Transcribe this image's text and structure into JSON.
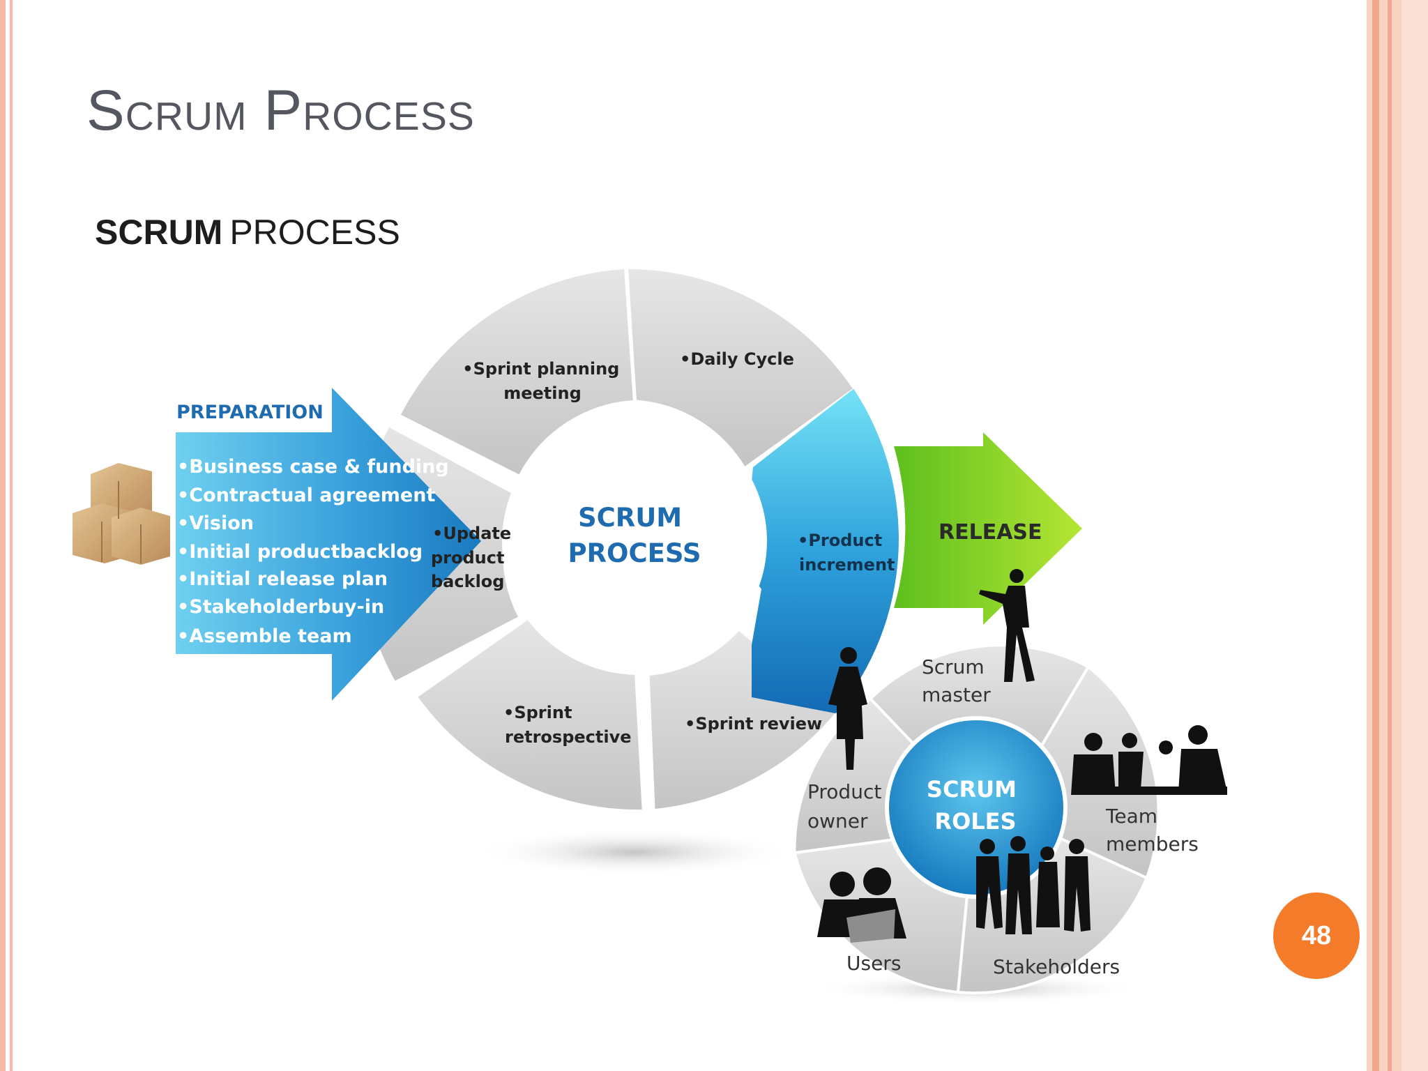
{
  "slide": {
    "title": "Scrum Process",
    "page_number": "48"
  },
  "diagram": {
    "heading_bold": "SCRUM",
    "heading_rest": "PROCESS",
    "center_line1": "SCRUM",
    "center_line2": "PROCESS",
    "preparation": {
      "title": "PREPARATION",
      "items": [
        "•Business case & funding",
        "•Contractual agreement",
        "•Vision",
        "•Initial productbacklog",
        "•Initial release plan",
        "•Stakeholderbuy-in",
        "•Assemble team"
      ]
    },
    "cycle": {
      "sprint_planning": [
        "•Sprint planning",
        "meeting"
      ],
      "daily_cycle": "•Daily Cycle",
      "product_increment": [
        "•Product",
        "increment"
      ],
      "sprint_review": "•Sprint review",
      "sprint_retrospective": [
        "•Sprint",
        "retrospective"
      ],
      "update_backlog": [
        "•Update",
        "product",
        "backlog"
      ]
    },
    "release": "RELEASE",
    "roles": {
      "center_line1": "SCRUM",
      "center_line2": "ROLES",
      "scrum_master": [
        "Scrum",
        "master"
      ],
      "team_members": [
        "Team",
        "members"
      ],
      "stakeholders": "Stakeholders",
      "users": "Users",
      "product_owner": [
        "Product",
        "owner"
      ]
    }
  },
  "colors": {
    "accent_blue": "#1f7bc4",
    "release_green": "#9ad420",
    "badge_orange": "#f47b2a",
    "title_gray": "#545660"
  }
}
